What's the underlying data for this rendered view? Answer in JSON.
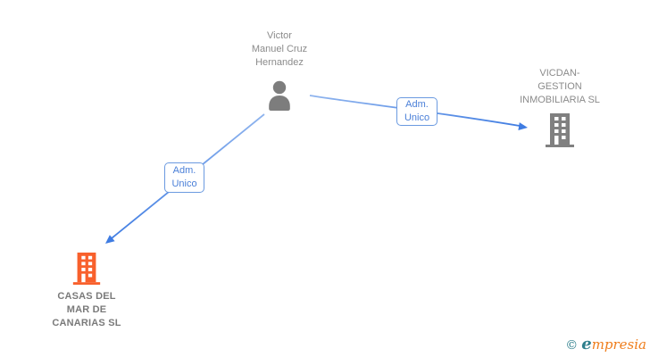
{
  "diagram": {
    "person": {
      "name_lines": [
        "Victor",
        "Manuel Cruz",
        "Hernandez"
      ]
    },
    "companies": {
      "vicdan": {
        "name_lines": [
          "VICDAN-",
          "GESTION",
          "INMOBILIARIA SL"
        ]
      },
      "casas": {
        "name_lines": [
          "CASAS DEL",
          "MAR DE",
          "CANARIAS SL"
        ]
      }
    },
    "edges": {
      "person_to_vicdan": {
        "label_lines": [
          "Adm.",
          "Unico"
        ]
      },
      "person_to_casas": {
        "label_lines": [
          "Adm.",
          "Unico"
        ]
      }
    }
  },
  "colors": {
    "edge_blue": "#3f7ce2",
    "label_border": "#6b9ae0",
    "label_text": "#4a7fd8",
    "person_gray": "#7d7d7d",
    "building_gray": "#808080",
    "building_orange": "#f8602c",
    "name_text": "#8b8b8b",
    "name_text_bold": "#7a7a7a",
    "brand_teal": "#2e7f8c",
    "brand_orange": "#ef7d1b"
  },
  "watermark": {
    "copyright_symbol": "©",
    "brand_first_letter": "e",
    "brand_rest": "mpresia"
  }
}
